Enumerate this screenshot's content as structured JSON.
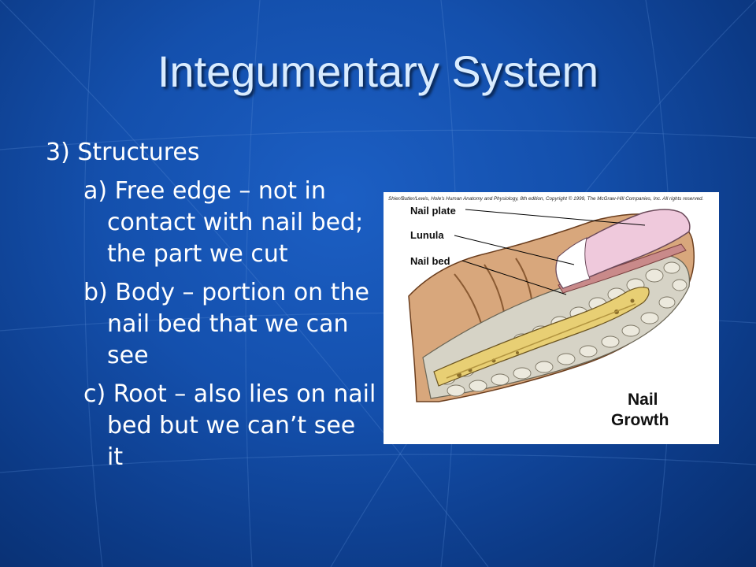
{
  "slide": {
    "title": "Integumentary System",
    "heading": "3) Structures",
    "items": [
      {
        "text": "a) Free edge – not in contact with nail bed; the part we cut"
      },
      {
        "text": "b) Body – portion on the nail bed that we can see"
      },
      {
        "text": "c) Root – also lies on nail bed but we can’t see it"
      }
    ]
  },
  "figure": {
    "credit": "Shier/Butler/Lewis, Hole's Human Anatomy and Physiology, 8th edition, Copyright © 1999, The McGraw-Hill Companies, Inc. All rights reserved.",
    "labels": {
      "nail_plate": "Nail plate",
      "lunula": "Lunula",
      "nail_bed": "Nail bed"
    },
    "caption_line1": "Nail",
    "caption_line2": "Growth"
  },
  "colors": {
    "background": "#1450ad",
    "title": "#d9ecff",
    "text": "#ffffff",
    "nail_pink": "#efc9dc",
    "skin": "#d8a77c",
    "bone": "#e8cf74"
  }
}
